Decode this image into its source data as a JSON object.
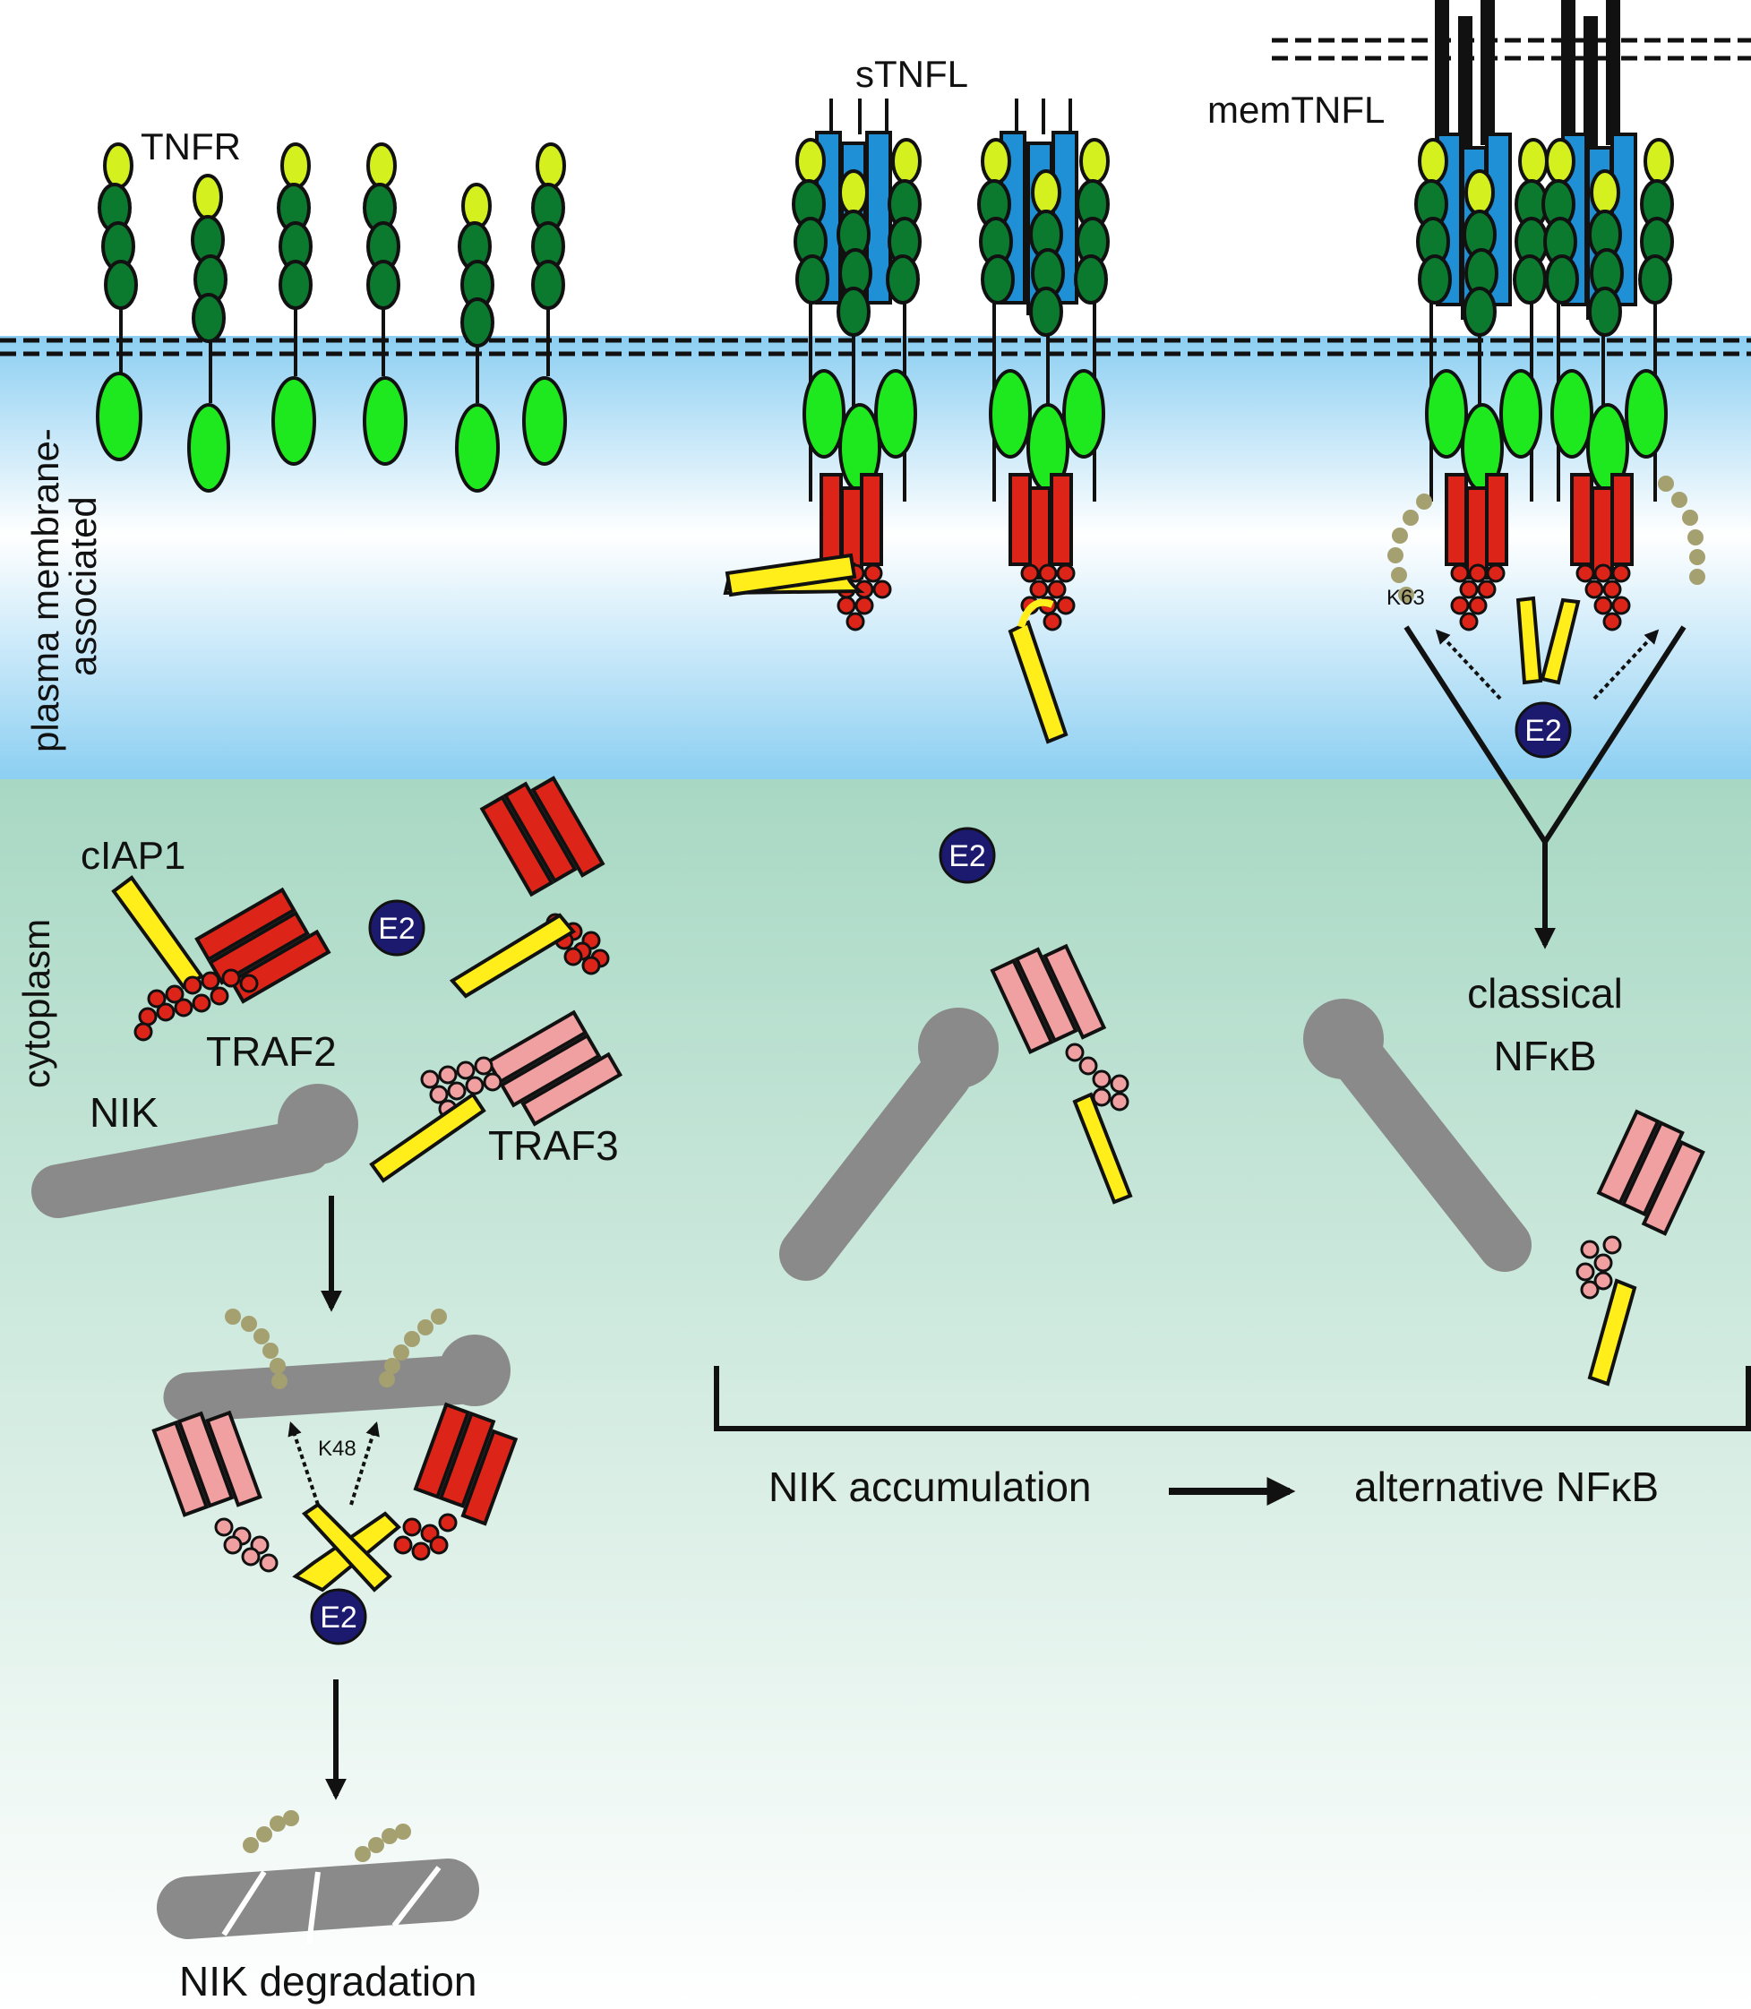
{
  "labels": {
    "tnfr": "TNFR",
    "stnfl": "sTNFL",
    "memtnfl": "memTNFL",
    "region_membrane_line1": "plasma membrane-",
    "region_membrane_line2": "associated",
    "region_cytoplasm": "cytoplasm",
    "ciap1": "cIAP1",
    "traf2": "TRAF2",
    "traf3": "TRAF3",
    "nik": "NIK",
    "e2": "E2",
    "k63": "K63",
    "k48": "K48",
    "classical_line1": "classical",
    "classical_line2": "NFκB",
    "nik_accumulation": "NIK accumulation",
    "alternative": "alternative NFκB",
    "nik_degradation": "NIK degradation"
  },
  "colors": {
    "receptor_tip": "#d4f01e",
    "receptor_crd": "#0c7a2e",
    "receptor_lobe": "#1ee81e",
    "ligand": "#1f8fd6",
    "traf2": "#dd2418",
    "traf3": "#f0a0a0",
    "ciap1": "#ffee1a",
    "nik": "#8a8a8a",
    "ubiquitin": "#a5a070",
    "e2": "#1c1a6e",
    "membrane_band": "#8ccff2",
    "cytoplasm_band": "#a8d8c4"
  }
}
